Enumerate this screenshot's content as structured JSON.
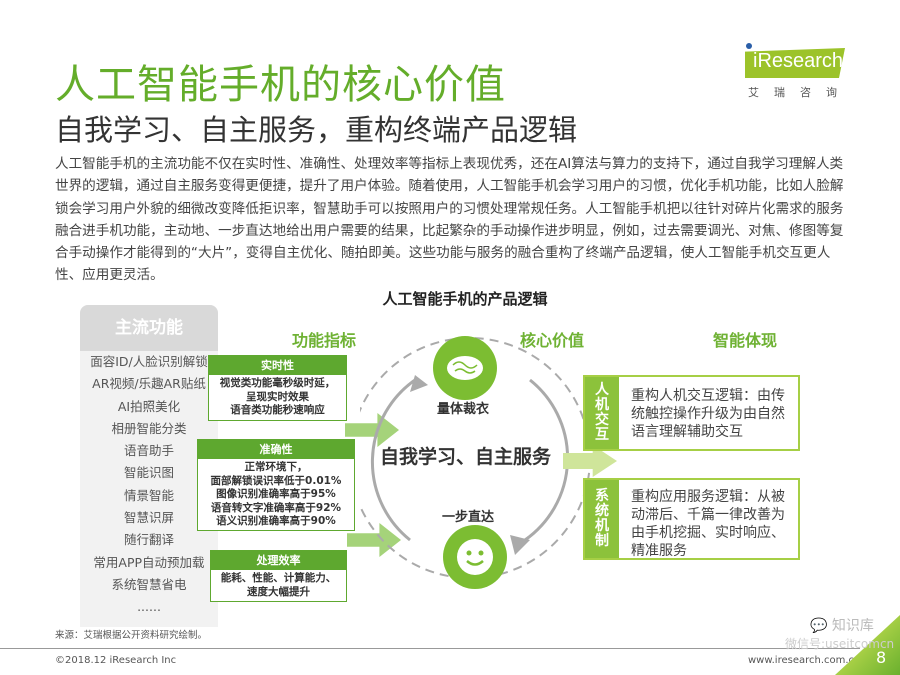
{
  "header": {
    "title": "人工智能手机的核心价值",
    "subtitle": "自我学习、自主服务，重构终端产品逻辑"
  },
  "logo": {
    "brand": "iResearch",
    "cn": "艾瑞咨询",
    "color": "#9cc32a"
  },
  "paragraph": "人工智能手机的主流功能不仅在实时性、准确性、处理效率等指标上表现优秀，还在AI算法与算力的支持下，通过自我学习理解人类世界的逻辑，通过自主服务变得更便捷，提升了用户体验。随着使用，人工智能手机会学习用户的习惯，优化手机功能，比如人脸解锁会学习用户外貌的细微改变降低拒识率，智慧助手可以按照用户的习惯处理常规任务。人工智能手机把以往针对碎片化需求的服务融合进手机功能，主动地、一步直达地给出用户需要的结果，比起繁杂的手动操作进步明显，例如，过去需要调光、对焦、修图等复合手动操作才能得到的“大片”，变得自主优化、随拍即美。这些功能与服务的融合重构了终端产品逻辑，使人工智能手机交互更人性、应用更灵活。",
  "diagram": {
    "title": "人工智能手机的产品逻辑",
    "main_functions": {
      "header": "主流功能",
      "items": [
        "面容ID/人脸识别解锁",
        "AR视频/乐趣AR贴纸",
        "AI拍照美化",
        "相册智能分类",
        "语音助手",
        "智能识图",
        "情景智能",
        "智慧识屏",
        "随行翻译",
        "常用APP自动预加载",
        "系统智慧省电",
        "......"
      ]
    },
    "labels": {
      "metrics": "功能指标",
      "core": "核心价值",
      "intelligence": "智能体现"
    },
    "metrics": [
      {
        "title": "实时性",
        "lines": [
          "视觉类功能毫秒级时延，",
          "呈现实时效果",
          "语音类功能秒速响应"
        ]
      },
      {
        "title": "准确性",
        "lines": [
          "正常环境下，",
          "面部解锁误识率低于0.01%",
          "图像识别准确率高于95%",
          "语音转文字准确率高于92%",
          "语义识别准确率高于90%"
        ]
      },
      {
        "title": "处理效率",
        "lines": [
          "能耗、性能、计算能力、",
          "速度大幅提升"
        ]
      }
    ],
    "core": {
      "center": "自我学习、自主服务",
      "top": "量体裁衣",
      "bottom": "一步直达"
    },
    "intelligence": [
      {
        "side": "人机交互",
        "text": "重构人机交互逻辑：由传统触控操作升级为由自然语言理解辅助交互"
      },
      {
        "side": "系统机制",
        "text": "重构应用服务逻辑：从被动滞后、千篇一律改善为由手机挖掘、实时响应、精准服务"
      }
    ]
  },
  "source": "来源：艾瑞根据公开资料研究绘制。",
  "footer": {
    "copyright": "©2018.12 iResearch Inc",
    "url": "www.iresearch.com.cn",
    "page": "8"
  },
  "watermark": {
    "name": "知识库",
    "account": "微信号:useitcomcn"
  },
  "colors": {
    "accent": "#64ad2a",
    "light_green": "#a5d37a"
  }
}
